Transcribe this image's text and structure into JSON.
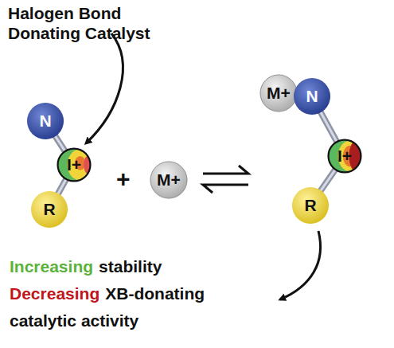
{
  "diagram": {
    "title": "Halogen Bond Donating Catalyst",
    "nodes": [
      {
        "text": [
          "N"
        ]
      },
      {
        "text": [
          "I+"
        ]
      },
      {
        "text": [
          "R"
        ]
      },
      {
        "text": [
          "M+"
        ]
      },
      {
        "text": [
          "M+"
        ]
      },
      {
        "text": [
          "N"
        ]
      },
      {
        "text": [
          "I+"
        ]
      },
      {
        "text": [
          "R"
        ]
      }
    ],
    "edges": [
      {
        "from": 0,
        "to": 1,
        "arrow": "none"
      },
      {
        "from": 1,
        "to": 2,
        "arrow": "none"
      },
      {
        "from": 5,
        "to": 6,
        "arrow": "none"
      },
      {
        "from": 6,
        "to": 7,
        "arrow": "none"
      }
    ],
    "labels": [
      "+",
      "Increasing",
      "stability",
      "Decreasing",
      "XB-donating catalytic activity"
    ]
  }
}
